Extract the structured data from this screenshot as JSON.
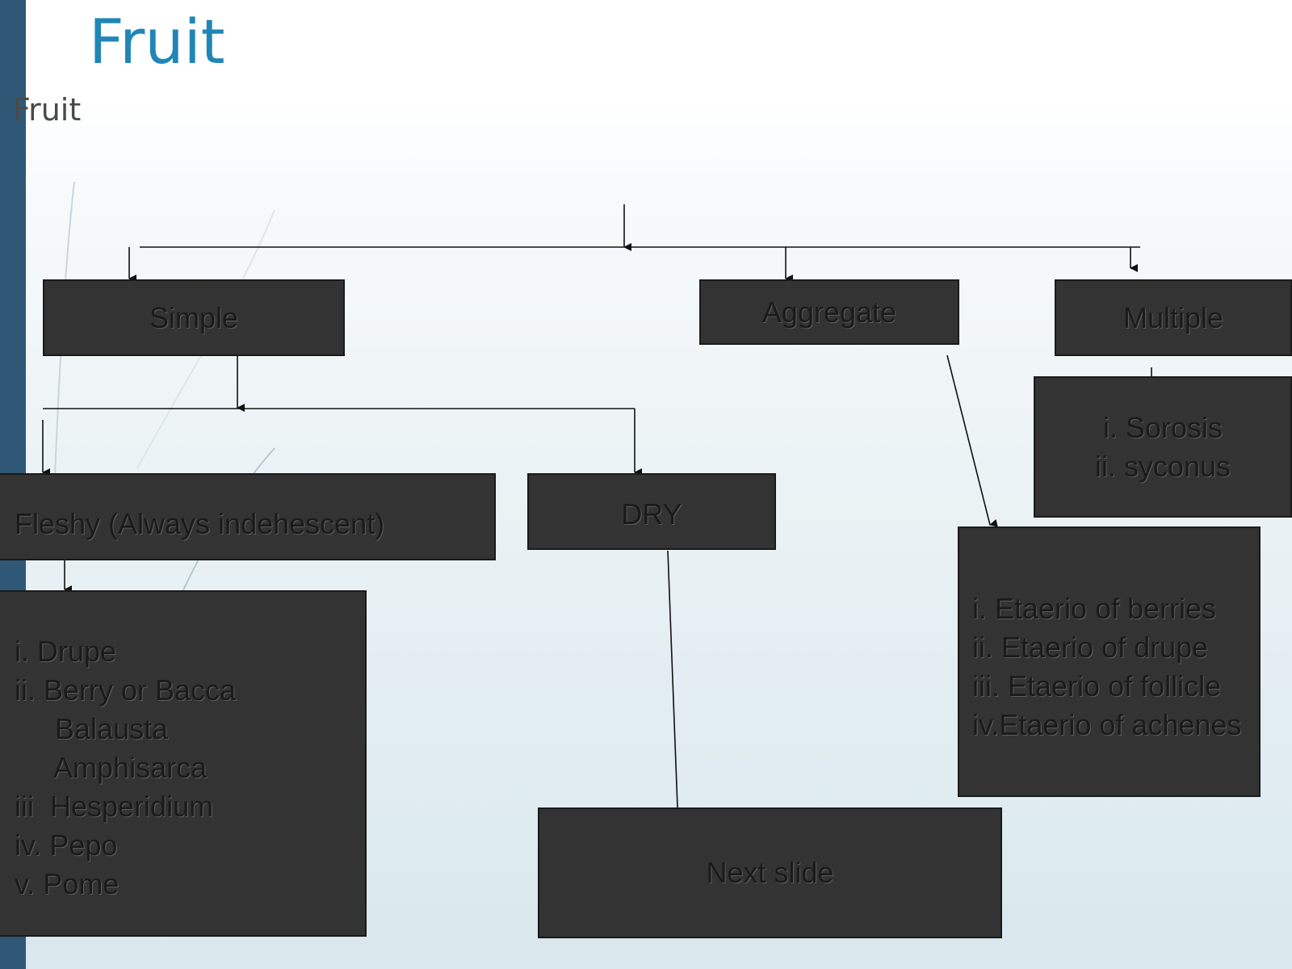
{
  "slide": {
    "title": "Fruit",
    "subtitle": "Fruit"
  },
  "colors": {
    "title": "#1f86b6",
    "box_fill": "#333333",
    "box_text": "#1a1a1a",
    "accent_strip": "#2e5876"
  },
  "diagram": {
    "simple": "Simple",
    "aggregate": "Aggregate",
    "multiple": "Multiple",
    "fleshy": "Fleshy (Always indehescent)",
    "dry": "DRY",
    "next": "Next slide",
    "fleshy_types": [
      "i. Drupe",
      "ii. Berry or Bacca",
      "     Balausta",
      "     Amphisarca",
      "iii  Hesperidium",
      "iv. Pepo",
      "v. Pome"
    ],
    "multiple_types": [
      "i. Sorosis",
      "ii. syconus"
    ],
    "aggregate_types": [
      "i. Etaerio of berries",
      "ii. Etaerio of drupe",
      "iii. Etaerio of follicle",
      "iv.Etaerio of achenes"
    ]
  }
}
